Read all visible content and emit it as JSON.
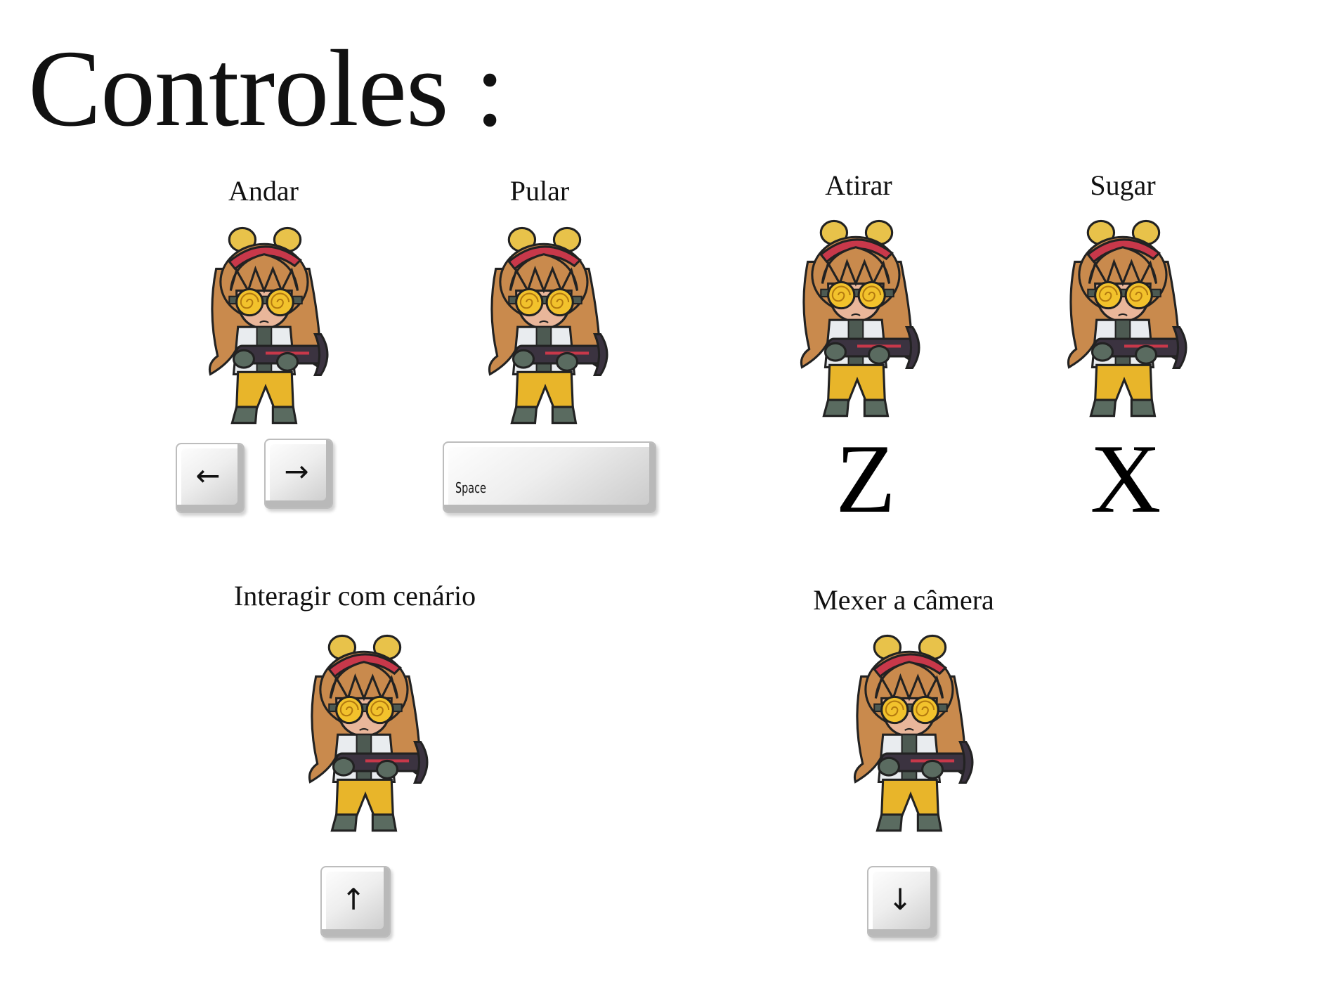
{
  "title": "Controles :",
  "actions": {
    "andar": {
      "label": "Andar",
      "keys": [
        "←",
        "→"
      ]
    },
    "pular": {
      "label": "Pular",
      "key": "Space"
    },
    "atirar": {
      "label": "Atirar",
      "key": "Z"
    },
    "sugar": {
      "label": "Sugar",
      "key": "X"
    },
    "interagir": {
      "label": "Interagir com cenário",
      "key": "↑"
    },
    "camera": {
      "label": "Mexer a câmera",
      "key": "↓"
    }
  },
  "character": {
    "icon": "ghostbuster-girl-sprite",
    "colors": {
      "hair": "#c98a4d",
      "headband": "#c8384a",
      "ears": "#e8c24a",
      "goggles": "#f2c22c",
      "coat": "#e9ecef",
      "pants": "#e8b52a",
      "gun": "#3b3340",
      "boots": "#5a6b60"
    }
  }
}
